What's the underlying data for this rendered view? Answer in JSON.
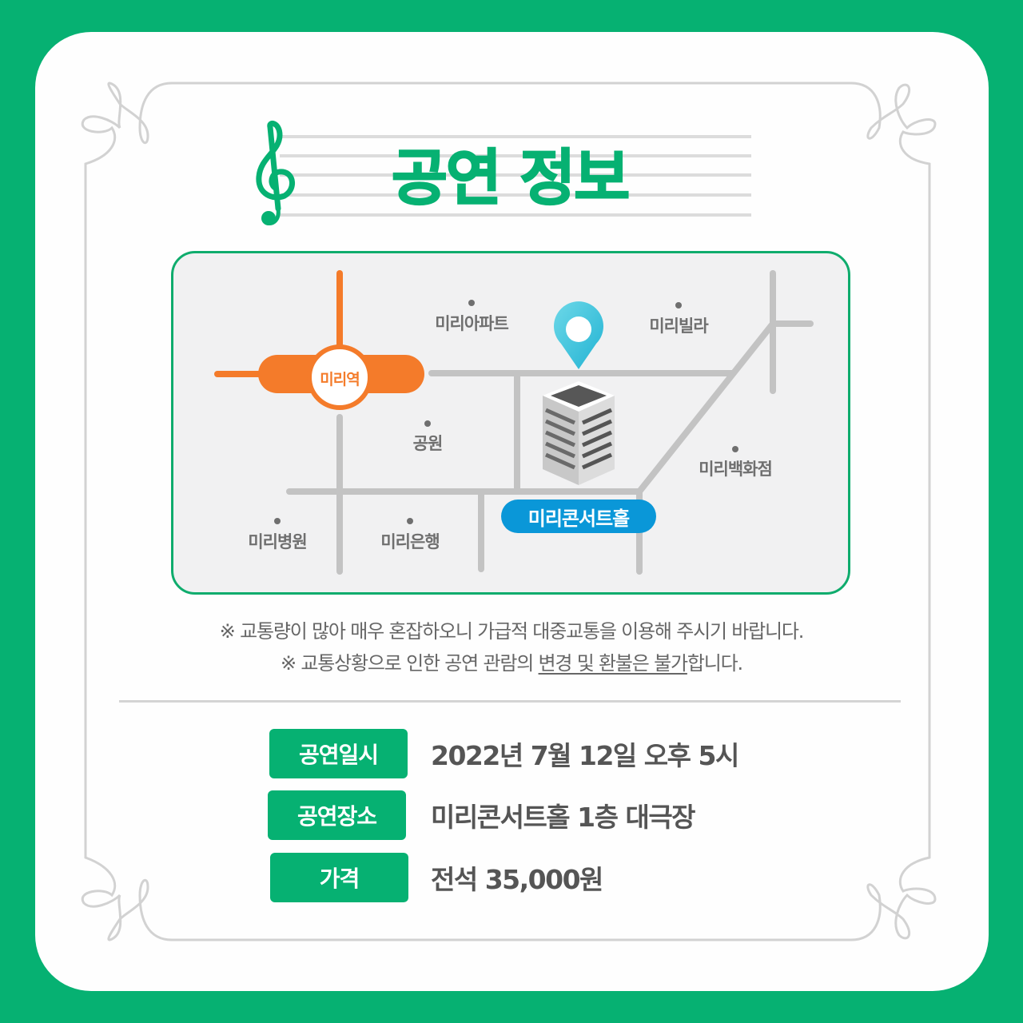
{
  "title": "공연 정보",
  "colors": {
    "brand_green": "#06b172",
    "station_orange": "#f47b2a",
    "hall_blue": "#0a97d8",
    "pin_cyan": "#3cc4dc",
    "road_gray": "#c3c3c3",
    "label_gray": "#6f6f6f"
  },
  "icons": {
    "treble_clef": "treble-clef-icon",
    "location_pin": "map-pin-icon",
    "building": "building-icon"
  },
  "map": {
    "station": "미리역",
    "venue": "미리콘서트홀",
    "landmarks": [
      {
        "label": "미리아파트"
      },
      {
        "label": "미리빌라"
      },
      {
        "label": "공원"
      },
      {
        "label": "미리백화점"
      },
      {
        "label": "미리병원"
      },
      {
        "label": "미리은행"
      }
    ]
  },
  "notices": {
    "line1": "※ 교통량이 많아 매우 혼잡하오니 가급적 대중교통을 이용해 주시기 바랍니다.",
    "line2_prefix": "※ 교통상황으로 인한 공연 관람의 ",
    "line2_underlined": "변경 및 환불은 불가",
    "line2_suffix": "합니다."
  },
  "info": [
    {
      "label": "공연일시",
      "value": "2022년 7월 12일 오후 5시"
    },
    {
      "label": "공연장소",
      "value": "미리콘서트홀 1층 대극장"
    },
    {
      "label": "가격",
      "value": "전석 35,000원"
    }
  ]
}
